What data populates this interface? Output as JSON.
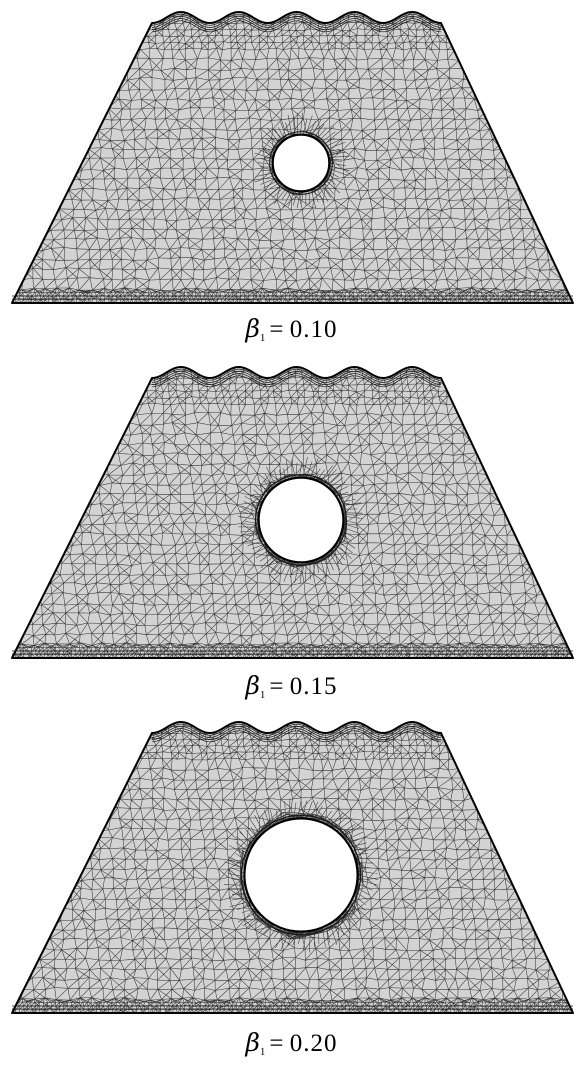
{
  "figure": {
    "panels": [
      {
        "hole_radius_ratio": 0.1,
        "caption": {
          "symbol": "β",
          "subscript": "1",
          "equals": "=",
          "value": "0.10"
        }
      },
      {
        "hole_radius_ratio": 0.15,
        "caption": {
          "symbol": "β",
          "subscript": "1",
          "equals": "=",
          "value": "0.15"
        }
      },
      {
        "hole_radius_ratio": 0.2,
        "caption": {
          "symbol": "β",
          "subscript": "1",
          "equals": "=",
          "value": "0.20"
        }
      }
    ],
    "colors": {
      "mesh_fill": "#d3d3d3",
      "mesh_line": "#1a1a1a",
      "boundary": "#000000",
      "background": "#ffffff"
    }
  }
}
